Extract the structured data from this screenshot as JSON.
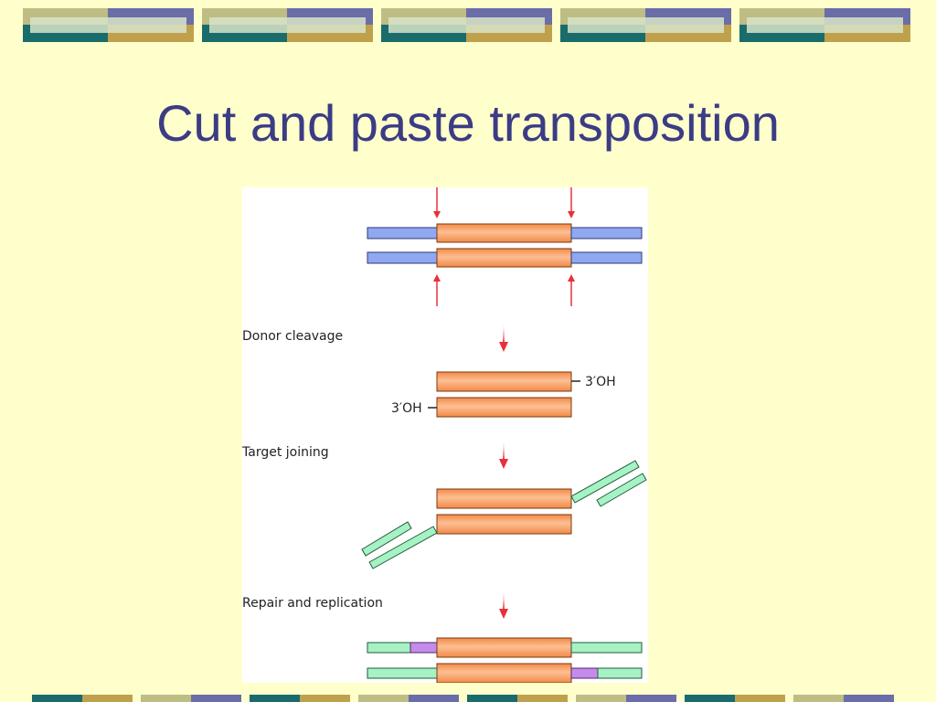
{
  "slide": {
    "title": "Cut and paste transposition"
  },
  "diagram": {
    "steps": {
      "donor_cleavage": "Donor cleavage",
      "target_joining": "Target joining",
      "repair_and_replication": "Repair and replication"
    },
    "end_label_top": "3′OH",
    "end_label_bottom": "3′OH"
  },
  "colors": {
    "background": "#FFFFCC",
    "title": "#3B3C84",
    "transposon": "#F79B5C",
    "donor_dna": "#8FA8F0",
    "target_dna": "#A6F2C4",
    "repair_gap": "#C58BEA",
    "cleavage_arrow": "#E8303A",
    "band_navy": "#6B6DA8",
    "band_olive": "#BDBD84",
    "band_teal": "#1A6B6B",
    "band_gold": "#BFA04C"
  }
}
